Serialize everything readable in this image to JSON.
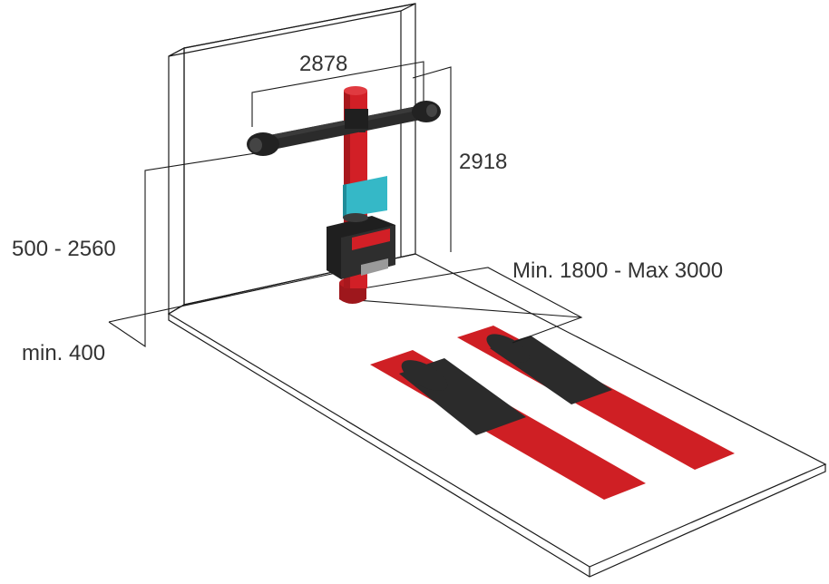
{
  "dimensions": {
    "beam_width": "2878",
    "total_height": "2918",
    "camera_height_range": "500 - 2560",
    "wall_distance": "min. 400",
    "track_width": "Min. 1800 - Max 3000"
  },
  "colors": {
    "column_red": "#d21f26",
    "runway_red": "#cf1f24",
    "dark_grey": "#2b2b2b",
    "target_cyan": "#35b8c7",
    "outline": "#1a1a1a",
    "label_text": "#333333"
  }
}
